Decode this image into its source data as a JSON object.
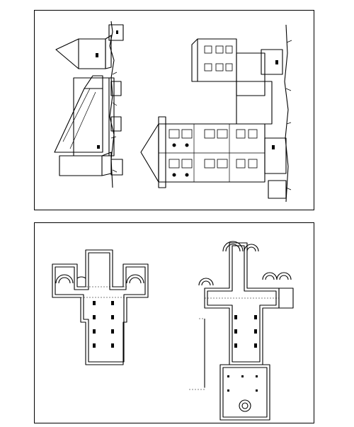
{
  "plates": [
    {
      "id": "top",
      "content": "elevation-drawings"
    },
    {
      "id": "bottom",
      "content": "floor-plans"
    }
  ],
  "colors": {
    "ink": "#000000",
    "paper": "#ffffff"
  }
}
